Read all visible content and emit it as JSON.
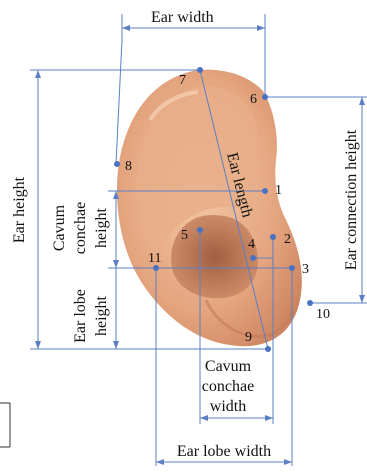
{
  "title": "",
  "colors": {
    "measure_line": "#5b7fc4",
    "landmark_point": "#4a72c2",
    "skin": "#e6a983"
  },
  "measurements": {
    "ear_width": "Ear width",
    "ear_height": "Ear height",
    "ear_length": "Ear length",
    "cavum_conchae_height": [
      "Cavum",
      "conchae",
      "height"
    ],
    "ear_lobe_height": [
      "Ear lobe",
      "height"
    ],
    "ear_connection_height": "Ear connection height",
    "cavum_conchae_width": [
      "Cavum",
      "conchae",
      "width"
    ],
    "ear_lobe_width": "Ear lobe width"
  },
  "landmarks": [
    "1",
    "2",
    "3",
    "4",
    "5",
    "6",
    "7",
    "8",
    "9",
    "10",
    "11"
  ]
}
